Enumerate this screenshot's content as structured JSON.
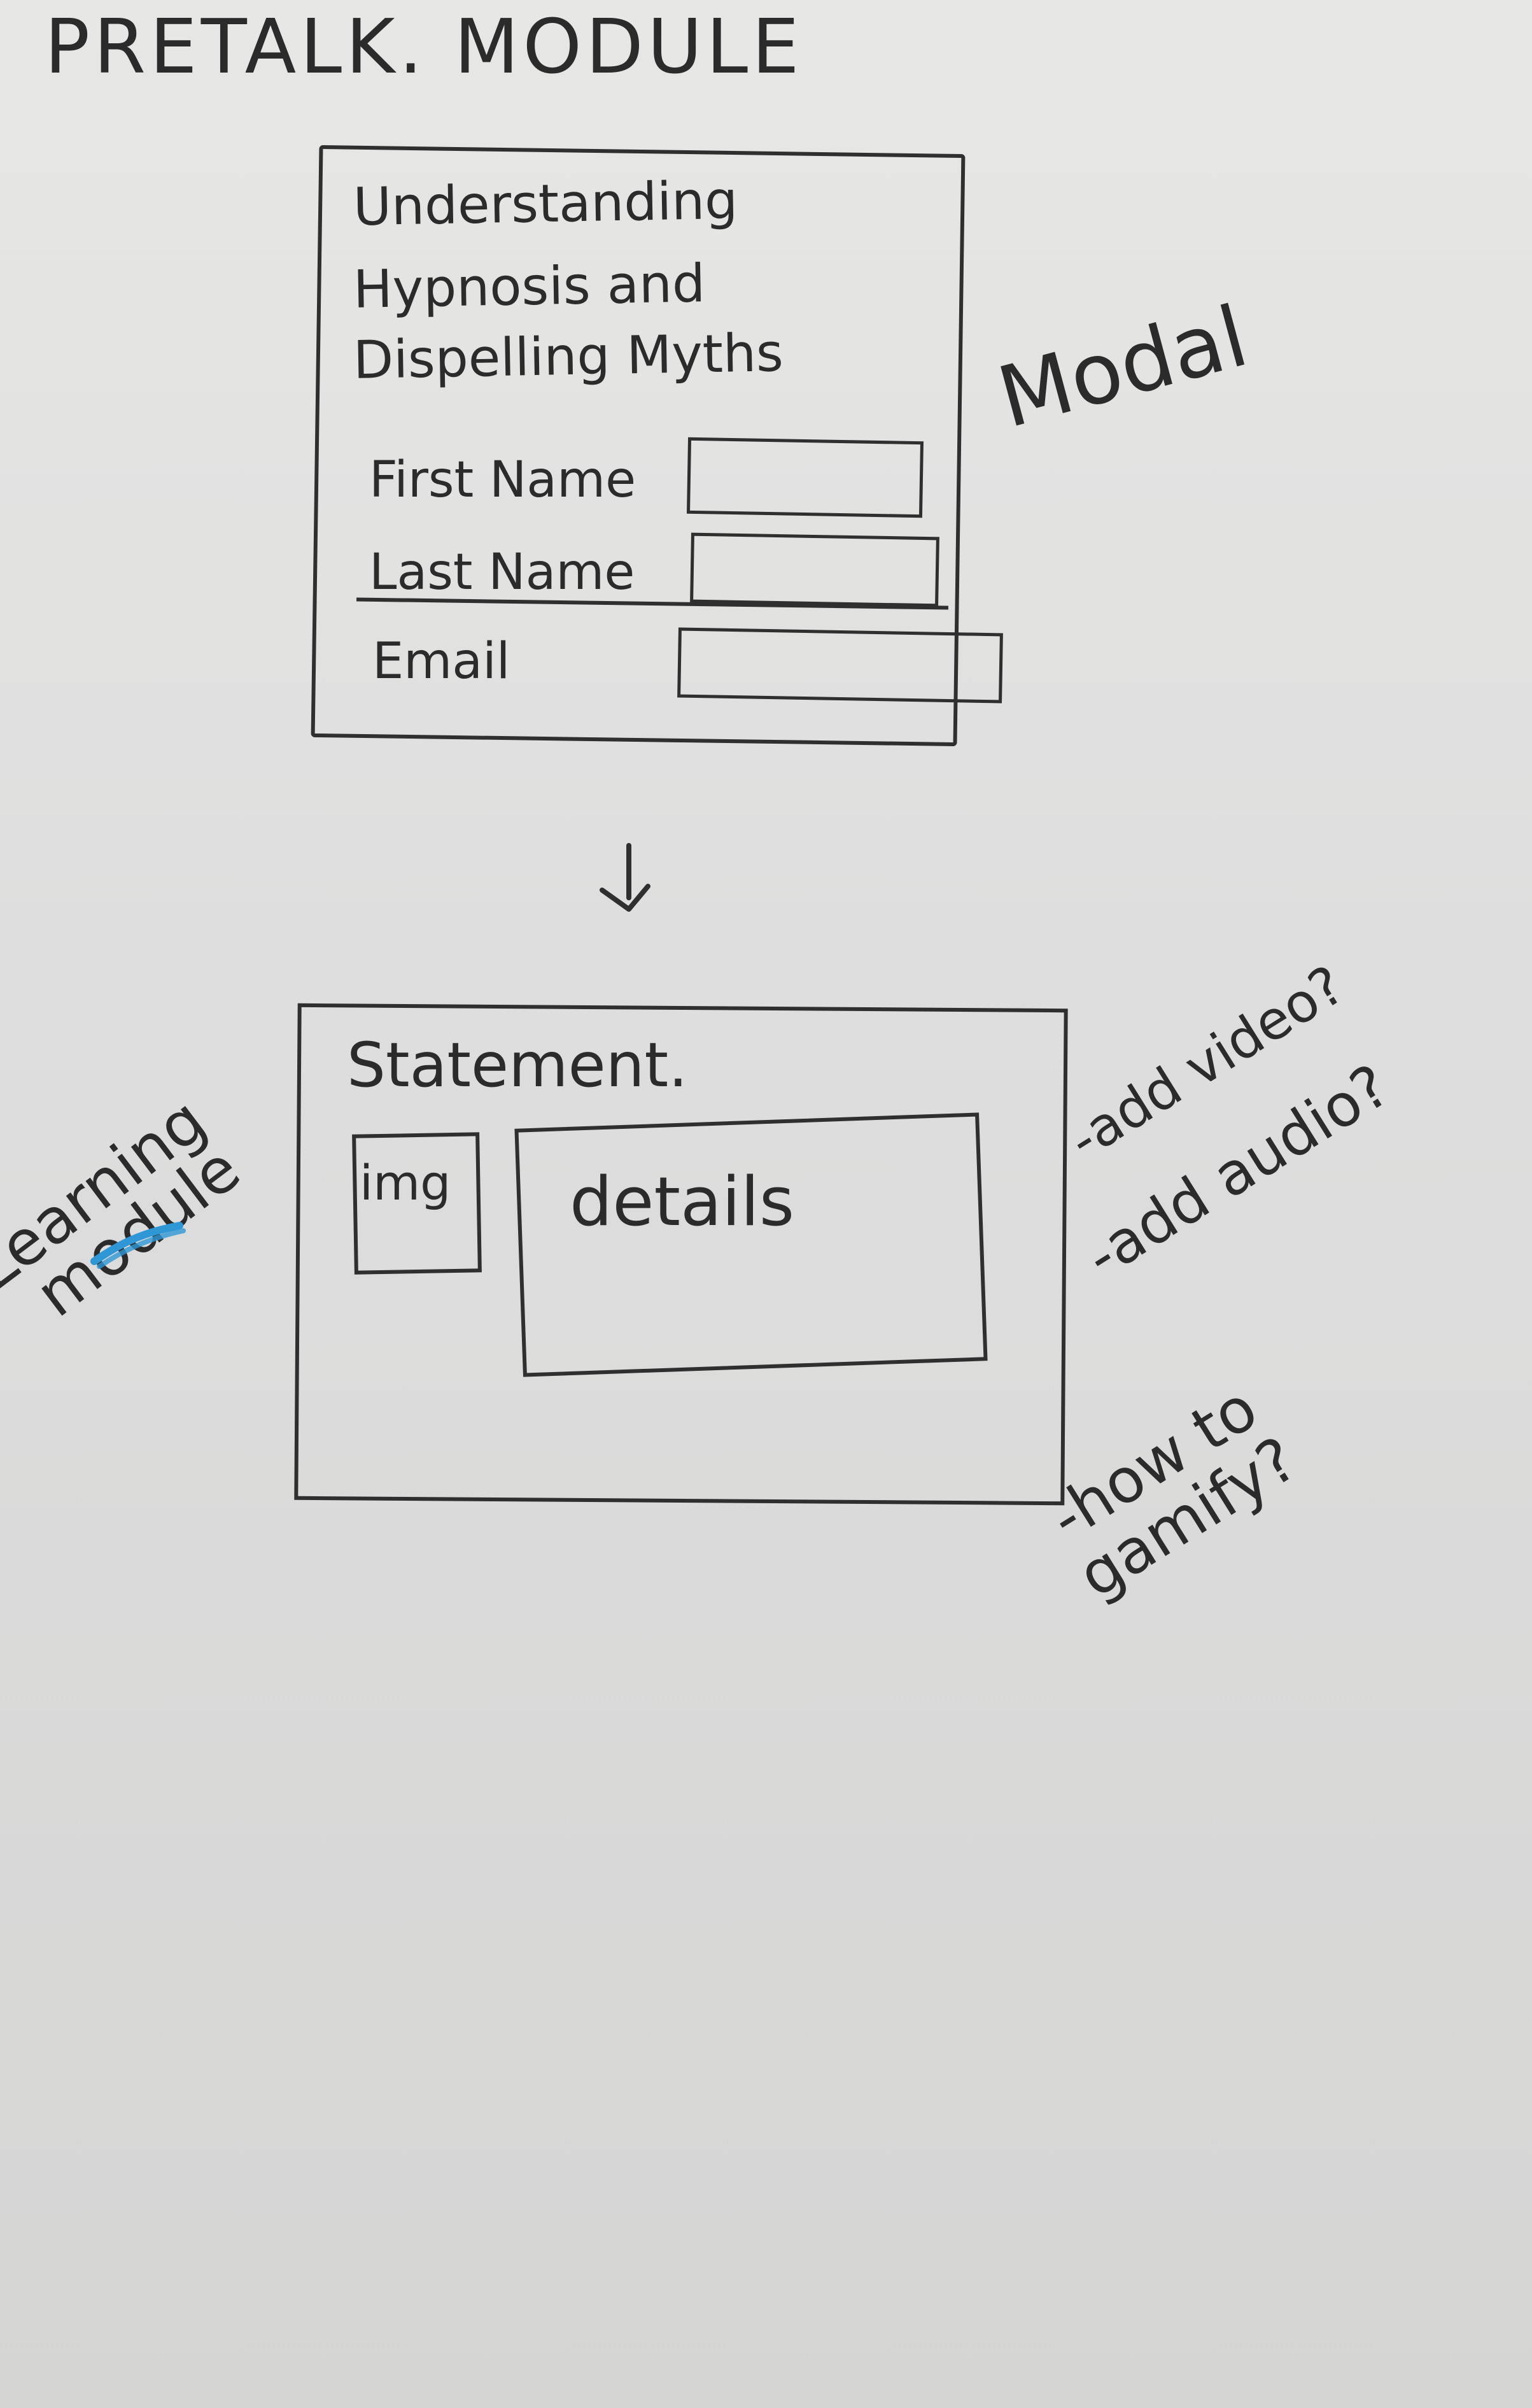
{
  "page": {
    "title": "PRETALK. MODULE"
  },
  "modal": {
    "title_lines": [
      "Understanding",
      "Hypnosis and",
      "Dispelling Myths"
    ],
    "fields": [
      "First Name",
      "Last Name",
      "Email"
    ],
    "annotation": "Modal"
  },
  "learning_module": {
    "label_lines": [
      "Learning",
      "module"
    ],
    "statement": "Statement.",
    "image_label": "img",
    "details_label": "details"
  },
  "notes": {
    "video": "-add video?",
    "audio": "-add audio?",
    "gamify_lines": [
      "-how to",
      "gamify?"
    ]
  },
  "colors": {
    "ink": "#2b2b2b",
    "highlight": "#2f97d6"
  }
}
